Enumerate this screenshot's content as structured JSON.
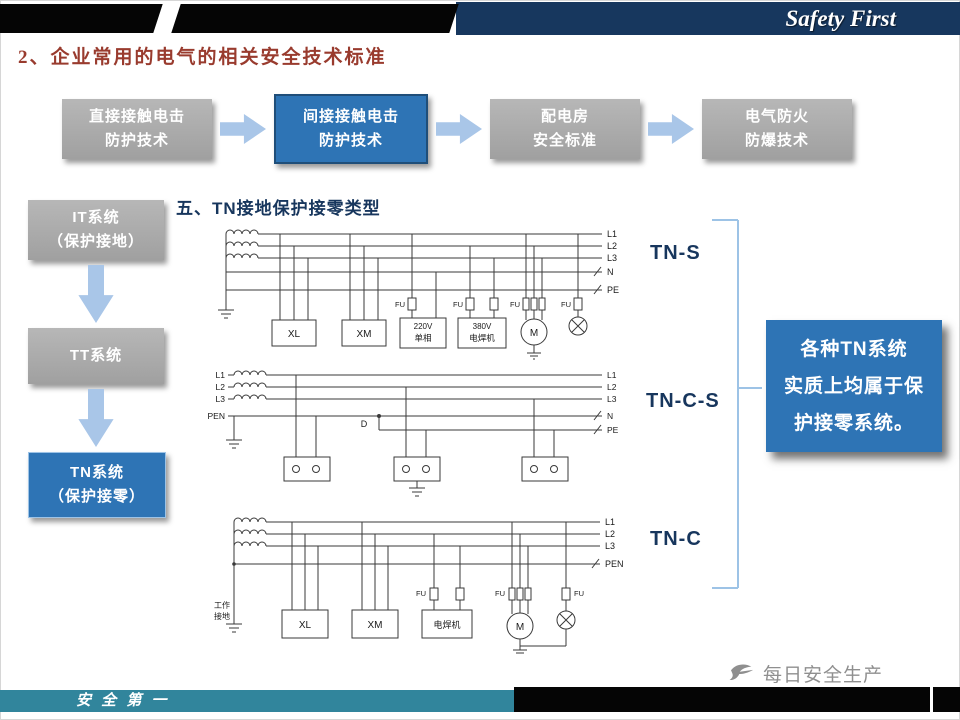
{
  "top_bar": {
    "brand": "Safety First"
  },
  "page_title": "2、企业常用的电气的相关安全技术标准",
  "flow": {
    "boxes": [
      {
        "line1": "直接接触电击",
        "line2": "防护技术"
      },
      {
        "line1": "间接接触电击",
        "line2": "防护技术"
      },
      {
        "line1": "配电房",
        "line2": "安全标准"
      },
      {
        "line1": "电气防火",
        "line2": "防爆技术"
      }
    ]
  },
  "side": {
    "boxes": [
      {
        "line1": "IT系统",
        "line2": "（保护接地）"
      },
      {
        "line1": "TT系统",
        "line2": ""
      },
      {
        "line1": "TN系统",
        "line2": "（保护接零）"
      }
    ]
  },
  "section_title": "五、TN接地保护接零类型",
  "diagrams": {
    "tn_s": {
      "label": "TN-S"
    },
    "tn_c_s": {
      "label": "TN-C-S"
    },
    "tn_c": {
      "label": "TN-C"
    }
  },
  "labels": {
    "l1": "L1",
    "l2": "L2",
    "l3": "L3",
    "n": "N",
    "pe": "PE",
    "pen": "PEN",
    "fu": "FU",
    "xl": "XL",
    "xm": "XM",
    "m": "M",
    "d": "D",
    "v220": "220V",
    "single_phase": "单相",
    "v380": "380V",
    "welder": "电焊机",
    "work_ground_line1": "工作",
    "work_ground_line2": "接地"
  },
  "note": {
    "line1": "各种TN系统",
    "line2": "实质上均属于保",
    "line3": "护接零系统。"
  },
  "footer": {
    "slogan": "安 全 第 一",
    "watermark": "每日安全生产"
  },
  "colors": {
    "accent_blue": "#2E74B5",
    "navy_bar": "#17375E",
    "box_gray": "#ABABAB",
    "arrow_blue": "#A9C6E8",
    "title_red": "#993B2E",
    "footer_teal": "#31859C",
    "bracket_blue": "#9DC3E6"
  }
}
